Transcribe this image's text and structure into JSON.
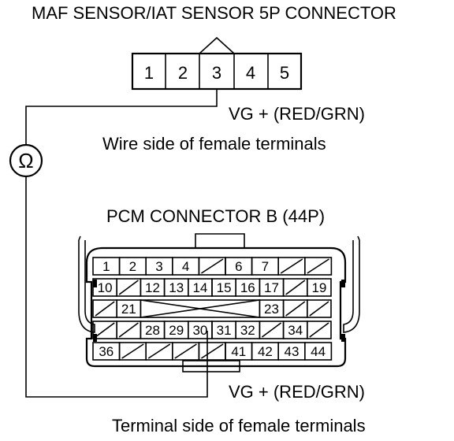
{
  "maf": {
    "title": "MAF SENSOR/IAT SENSOR 5P CONNECTOR",
    "pins": [
      "1",
      "2",
      "3",
      "4",
      "5"
    ],
    "probe_label": "VG +  (RED/GRN)",
    "view_label": "Wire side of female terminals"
  },
  "meter": {
    "symbol": "Ω"
  },
  "pcm": {
    "title": "PCM CONNECTOR B (44P)",
    "rows": [
      [
        "1",
        "2",
        "3",
        "4",
        "/",
        "6",
        "7",
        "/",
        "/"
      ],
      [
        "10",
        "/",
        "12",
        "13",
        "14",
        "15",
        "16",
        "17",
        "/",
        "19"
      ],
      [
        "/",
        "21",
        "X",
        "X",
        "X",
        "X",
        "X",
        "23",
        "/",
        "/"
      ],
      [
        "/",
        "/",
        "28",
        "29",
        "30",
        "31",
        "32",
        "/",
        "34",
        "/"
      ],
      [
        "36",
        "/",
        "/",
        "/",
        "/",
        "41",
        "42",
        "43",
        "44"
      ]
    ],
    "probe_label": "VG +  (RED/GRN)",
    "view_label": "Terminal side of female terminals"
  }
}
